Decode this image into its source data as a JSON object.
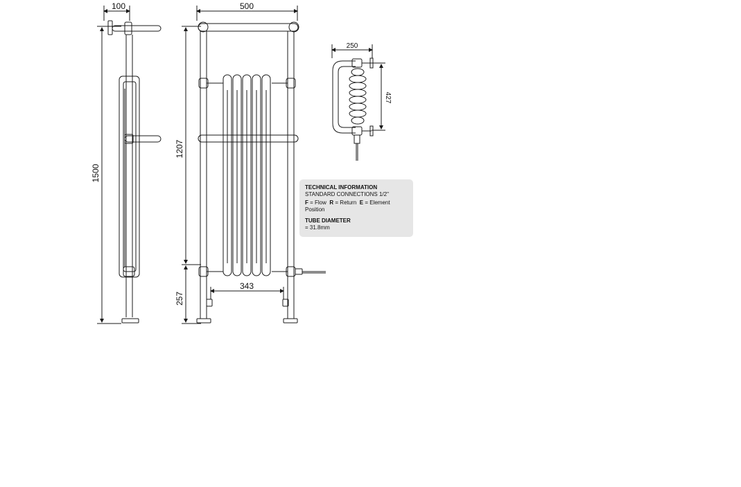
{
  "dimensions": {
    "side_width": "100",
    "front_width": "500",
    "overall_height": "1500",
    "rail_height": "1207",
    "foot_height": "257",
    "connection_centres": "343",
    "top_view_depth": "250",
    "top_view_height": "427"
  },
  "technical": {
    "heading": "TECHNICAL INFORMATION",
    "connections": "STANDARD CONNECTIONS 1/2\"",
    "flow_key": "F",
    "flow_text": "= Flow",
    "return_key": "R",
    "return_text": "= Return",
    "element_key": "E",
    "element_text": "= Element Position",
    "tube_heading": "TUBE DIAMETER",
    "tube_value": "= 31.8mm"
  },
  "colors": {
    "line": "#1a1a1a",
    "panel_bg": "#e6e6e6"
  }
}
